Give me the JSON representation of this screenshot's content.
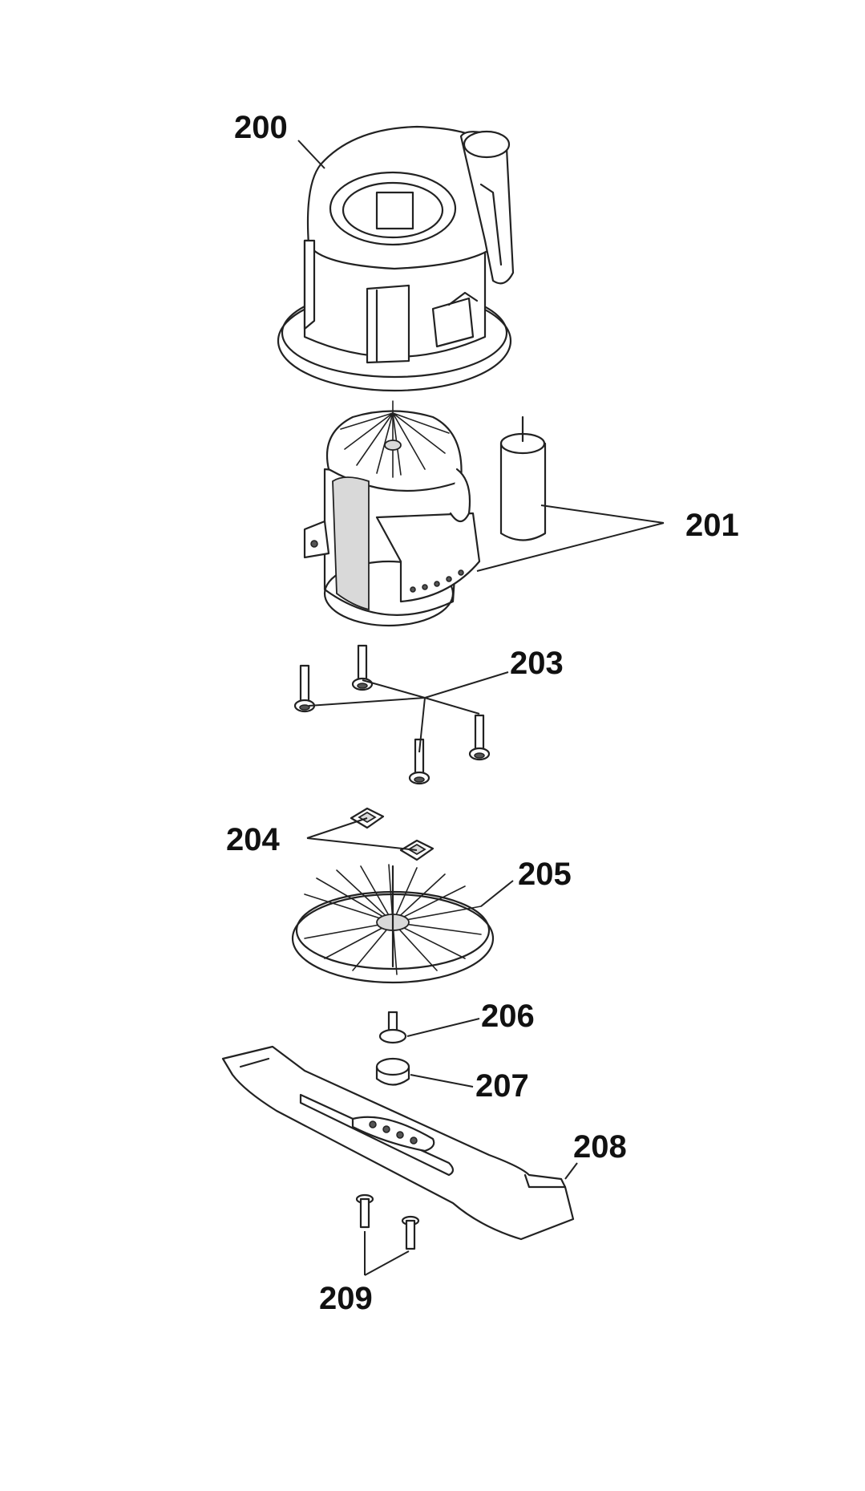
{
  "diagram": {
    "labels": {
      "p200": "200",
      "p201": "201",
      "p203": "203",
      "p204": "204",
      "p205": "205",
      "p206": "206",
      "p207": "207",
      "p208": "208",
      "p209": "209"
    }
  }
}
